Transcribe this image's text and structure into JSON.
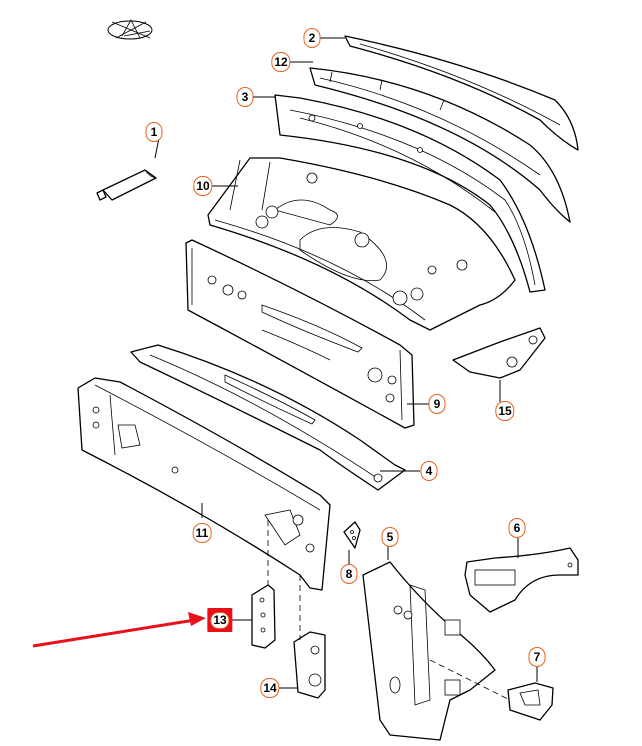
{
  "diagram": {
    "type": "exploded-parts-view",
    "subject": "Rear body panel assembly",
    "highlight_color": "#e8111a",
    "callout_border_color": "#e8601c",
    "highlighted_part": "13",
    "callouts": [
      {
        "id": "1",
        "label": "1"
      },
      {
        "id": "2",
        "label": "2"
      },
      {
        "id": "3",
        "label": "3"
      },
      {
        "id": "4",
        "label": "4"
      },
      {
        "id": "5",
        "label": "5"
      },
      {
        "id": "6",
        "label": "6"
      },
      {
        "id": "7",
        "label": "7"
      },
      {
        "id": "8",
        "label": "8"
      },
      {
        "id": "9",
        "label": "9"
      },
      {
        "id": "10",
        "label": "10"
      },
      {
        "id": "11",
        "label": "11"
      },
      {
        "id": "12",
        "label": "12"
      },
      {
        "id": "13",
        "label": "13"
      },
      {
        "id": "14",
        "label": "14"
      },
      {
        "id": "15",
        "label": "15"
      }
    ],
    "icons": [
      "brand-logo-icon",
      "sealant-tube-icon"
    ]
  }
}
